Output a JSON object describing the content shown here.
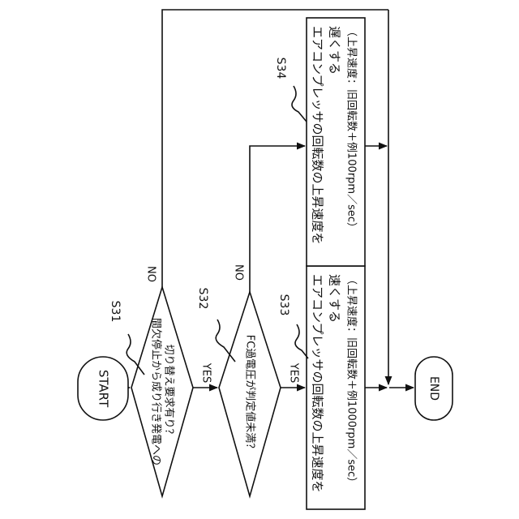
{
  "flowchart": {
    "start": "START",
    "end": "END",
    "s31": {
      "label": "S31",
      "question_line1": "間欠停止から成り行き発電への",
      "question_line2": "切り替え要求有り？",
      "yes": "YES",
      "no": "NO"
    },
    "s32": {
      "label": "S32",
      "question": "FC過電圧が判定値未満？",
      "yes": "YES",
      "no": "NO"
    },
    "s33": {
      "label": "S33",
      "line1": "エアコンプレッサの回転数の上昇速度を",
      "line2": "速くする",
      "line3": "（上昇速度：旧回転数＋例1000rpm／sec）"
    },
    "s34": {
      "label": "S34",
      "line1": "エアコンプレッサの回転数の上昇速度を",
      "line2": "遅くする",
      "line3": "（上昇速度：旧回転数＋例100rpm／sec）"
    }
  }
}
